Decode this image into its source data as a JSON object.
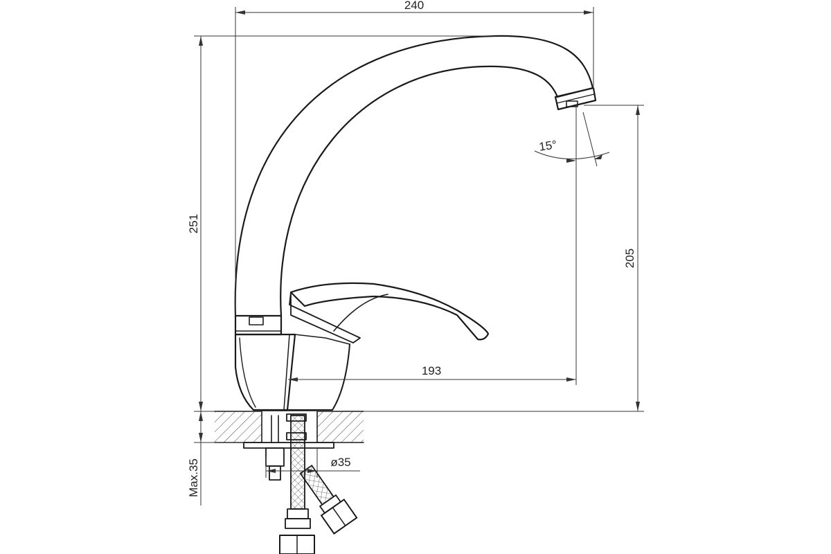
{
  "dimensions": {
    "overall_width": "240",
    "overall_height": "251",
    "spout_height": "205",
    "spout_reach": "193",
    "mounting_hole": "ø35",
    "max_thickness": "Max.35",
    "spray_angle": "15°"
  },
  "colors": {
    "line": "#1a1a1a",
    "dimension": "#333333",
    "background": "#ffffff"
  }
}
